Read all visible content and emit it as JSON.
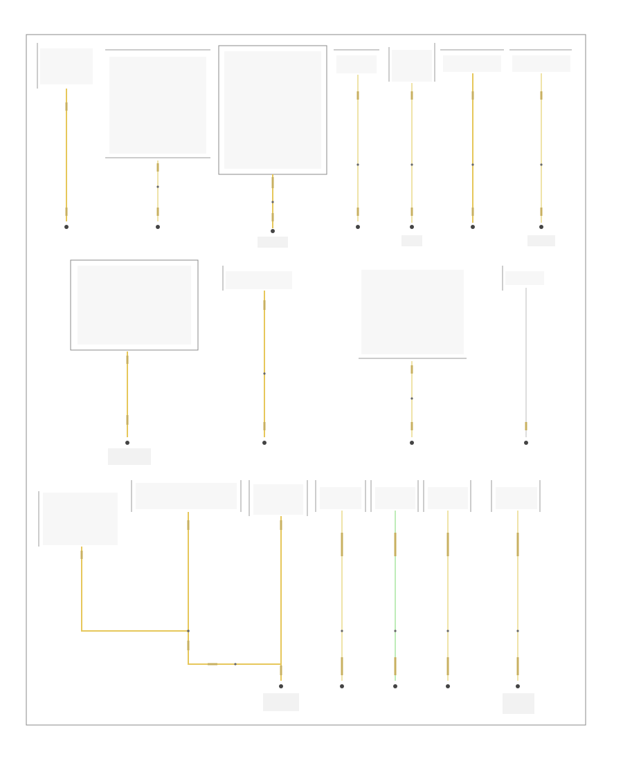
{
  "footer": {
    "page_code": ""
  },
  "colors": {
    "wire_yellow": "#e6c75a",
    "wire_green": "#a8e6a0",
    "frame": "#888888"
  },
  "grounds": [
    {
      "id": "g1",
      "label": ""
    },
    {
      "id": "g2",
      "label": ""
    },
    {
      "id": "g3",
      "label": ""
    },
    {
      "id": "g4",
      "label": ""
    },
    {
      "id": "g5",
      "label": ""
    },
    {
      "id": "g6",
      "label": ""
    },
    {
      "id": "g7",
      "label": ""
    },
    {
      "id": "g8",
      "label": ""
    },
    {
      "id": "g9",
      "label": ""
    },
    {
      "id": "g10",
      "label": ""
    },
    {
      "id": "g11",
      "label": ""
    },
    {
      "id": "g12",
      "label": ""
    },
    {
      "id": "g13",
      "label": ""
    },
    {
      "id": "g14",
      "label": ""
    },
    {
      "id": "g15",
      "label": ""
    },
    {
      "id": "g16",
      "label": ""
    },
    {
      "id": "g17",
      "label": ""
    }
  ]
}
